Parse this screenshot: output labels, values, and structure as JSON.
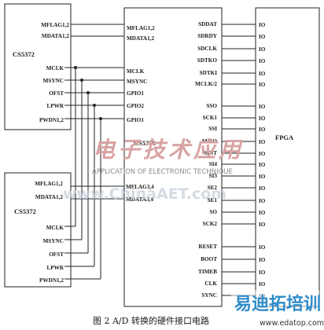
{
  "chip1": {
    "name": "CS5372",
    "pins_top": [
      "MFLAG1,2",
      "MDATA1,2"
    ],
    "pins_bottom": [
      "MCLK",
      "MSYNC",
      "OFST",
      "LPWR",
      "PWDN1,2"
    ]
  },
  "chip2": {
    "name": "CS5372",
    "pins_top": [
      "MFLAG1,2",
      "MDATA1,2"
    ],
    "pins_bottom": [
      "MCLK",
      "MSYNC",
      "OFST",
      "LPWR",
      "PWDN1,2"
    ]
  },
  "cs5376": {
    "name": "CS5376",
    "left_pins": [
      "MFLAG1,2",
      "MDATA1,2",
      "MCLK",
      "MSYNC",
      "GPIO1",
      "GPIO2",
      "GPIO1",
      "MFLAG3,4",
      "MDATA3,4"
    ],
    "right_pins": [
      "SDDAT",
      "SDRDY",
      "SDCLK",
      "SDTKO",
      "SDTKI",
      "MCLK/2",
      "SSO",
      "SCK1",
      "SSI",
      "MISO",
      "SINT",
      "SI4",
      "SI3",
      "SE2",
      "SE1",
      "SO",
      "SCK2",
      "RESET",
      "BOOT",
      "TIMEB",
      "CLK",
      "SYNC"
    ]
  },
  "fpga": {
    "name": "FPGA",
    "io_label": "IO"
  },
  "caption": "图 2  A/D 转换的硬件接口电路",
  "watermarks": {
    "chinese_top": "电子技术应用",
    "english": "APPLICATION OF ELECTRONIC TECHNIQUE",
    "url_mid": "www.ChinaAET.com",
    "chinese_logo": "易迪拓培训",
    "url_bottom": "www.edatop.com"
  }
}
